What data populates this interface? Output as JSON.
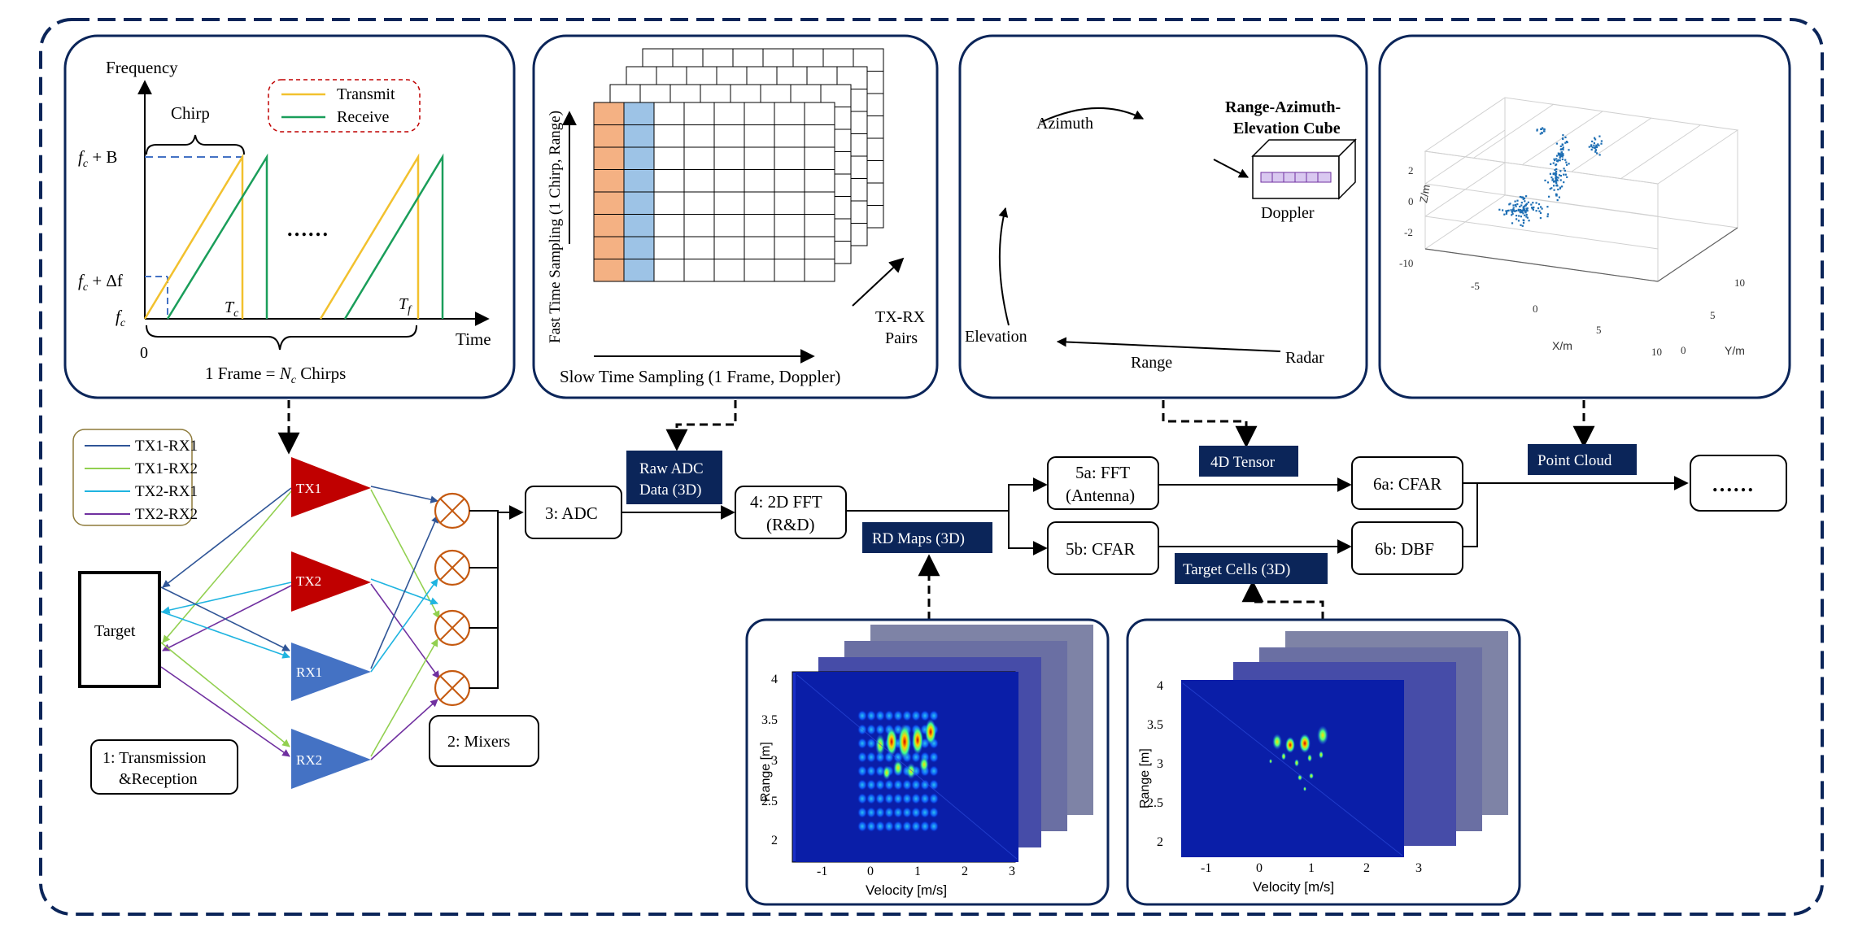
{
  "colors": {
    "navy": "#0b2559",
    "tx_red": "#c00000",
    "rx_blue": "#4472c4",
    "mixer_orange": "#c55a11",
    "transmit": "#f2c12e",
    "receive": "#1a9e5a",
    "tx1_rx1": "#2f5597",
    "tx1_rx2": "#92d050",
    "tx2_rx1": "#1fb4e0",
    "tx2_rx2": "#7030a0",
    "adc_orange": "#f4b183",
    "adc_blue": "#9dc3e6",
    "surface_green": "#375623"
  },
  "chirp_panel": {
    "ylabel": "Frequency",
    "xlabel": "Time",
    "chirp_label": "Chirp",
    "legend_transmit": "Transmit",
    "legend_receive": "Receive",
    "tick_fc_plus_B": "f",
    "tick_fc_plus_B_sub": "c",
    "tick_fc_plus_B_suffix": " + B",
    "tick_fc_plus_df": "f",
    "tick_fc_plus_df_sub": "c",
    "tick_fc_plus_df_suffix": " + Δf",
    "tick_fc": "f",
    "tick_fc_sub": "c",
    "tc_label": "T",
    "tc_sub": "c",
    "tf_label": "T",
    "tf_sub": "f",
    "origin": "0",
    "ellipsis": "……",
    "frame_caption_prefix": "1 Frame = ",
    "frame_caption_var": "N",
    "frame_caption_sub": "c",
    "frame_caption_suffix": " Chirps"
  },
  "adc_panel": {
    "fast_time_label": "Fast Time Sampling (1 Chirp, Range)",
    "slow_time_label": "Slow Time Sampling (1 Frame, Doppler)",
    "txrx_line1": "TX-RX",
    "txrx_line2": "Pairs"
  },
  "cube_panel": {
    "azimuth": "Azimuth",
    "elevation": "Elevation",
    "range": "Range",
    "radar": "Radar",
    "cube_title_line1": "Range-Azimuth-",
    "cube_title_line2": "Elevation Cube",
    "doppler": "Doppler"
  },
  "pointcloud_panel": {
    "zlabel": "Z/m",
    "xlabel": "X/m",
    "ylabel": "Y/m",
    "z_ticks": [
      "2",
      "0",
      "-2"
    ],
    "x_ticks": [
      "-10",
      "-5",
      "0",
      "5",
      "10"
    ],
    "y_ticks": [
      "0",
      "5",
      "10"
    ]
  },
  "legend": [
    "TX1-RX1",
    "TX1-RX2",
    "TX2-RX1",
    "TX2-RX2"
  ],
  "blocks": {
    "target": "Target",
    "tx1": "TX1",
    "tx2": "TX2",
    "rx1": "RX1",
    "rx2": "RX2",
    "step1_line1": "1: Transmission",
    "step1_line2": "&Reception",
    "step2": "2: Mixers",
    "step3": "3: ADC",
    "step4_line1": "4: 2D FFT",
    "step4_line2": "(R&D)",
    "step5a_line1": "5a: FFT",
    "step5a_line2": "(Antenna)",
    "step5b": "5b: CFAR",
    "step6a": "6a: CFAR",
    "step6b": "6b: DBF",
    "final": "……"
  },
  "tags": {
    "raw_adc_line1": "Raw ADC",
    "raw_adc_line2": "Data (3D)",
    "rd_maps": "RD Maps (3D)",
    "tensor_4d": "4D Tensor",
    "target_cells": "Target Cells (3D)",
    "point_cloud": "Point Cloud"
  },
  "rd_map_plot": {
    "ylabel": "Range [m]",
    "xlabel": "Velocity [m/s]",
    "y_ticks": [
      "4",
      "3.5",
      "3",
      "2.5",
      "2"
    ],
    "x_ticks": [
      "-1",
      "0",
      "1",
      "2",
      "3"
    ]
  },
  "target_cells_plot": {
    "ylabel": "Range [m]",
    "xlabel": "Velocity [m/s]",
    "y_ticks": [
      "4",
      "3.5",
      "3",
      "2.5",
      "2"
    ],
    "x_ticks": [
      "-1",
      "0",
      "1",
      "2",
      "3"
    ]
  }
}
